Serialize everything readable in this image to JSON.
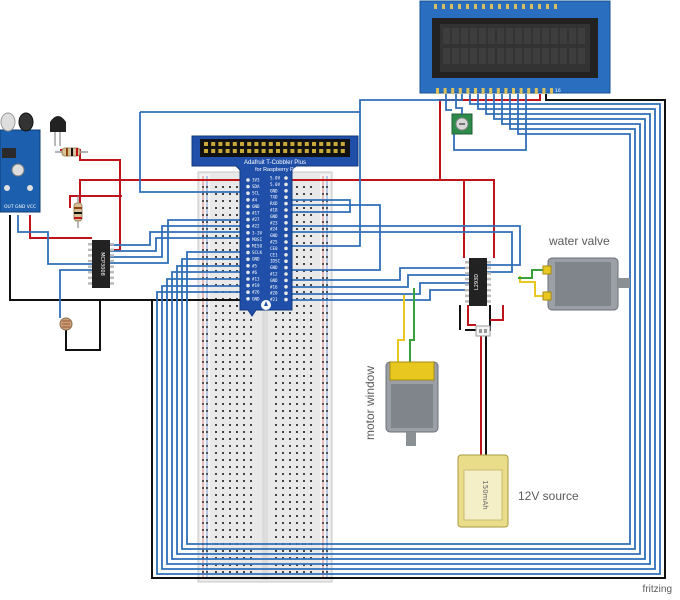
{
  "cobbler": {
    "title_line1": "Adafruit T-Cobbler Plus",
    "title_line2": "for Raspberry Pi",
    "left_pins": [
      "3V3",
      "SDA",
      "SCL",
      "#4",
      "GND",
      "#17",
      "#27",
      "#22",
      "3-3V",
      "MOSI",
      "MISO",
      "SCLK",
      "GND",
      "#5",
      "#6",
      "#13",
      "#19",
      "#26",
      "GND"
    ],
    "right_pins": [
      "5.0V",
      "5.0V",
      "GND",
      "TXD",
      "RXD",
      "#18",
      "GND",
      "#23",
      "#24",
      "GND",
      "#25",
      "CE0",
      "CE1",
      "IDSC",
      "GND",
      "#12",
      "GND",
      "#16",
      "#20",
      "#21"
    ]
  },
  "components": {
    "adc_chip": "MCP3008",
    "driver_chip": "L293D",
    "battery_text": "150mAh",
    "lcd_label": "16"
  },
  "labels": {
    "water_valve": "water valve",
    "motor_window": "motor window",
    "source": "12V source",
    "brand": "fritzing"
  },
  "colors": {
    "wire_blue": "#2f6fb8",
    "wire_red": "#c0141b",
    "wire_black": "#111111",
    "wire_green": "#3aa13a",
    "wire_yellow": "#e8c820",
    "cobbler": "#1f4fa8",
    "pcb_blue": "#1b5fae"
  }
}
